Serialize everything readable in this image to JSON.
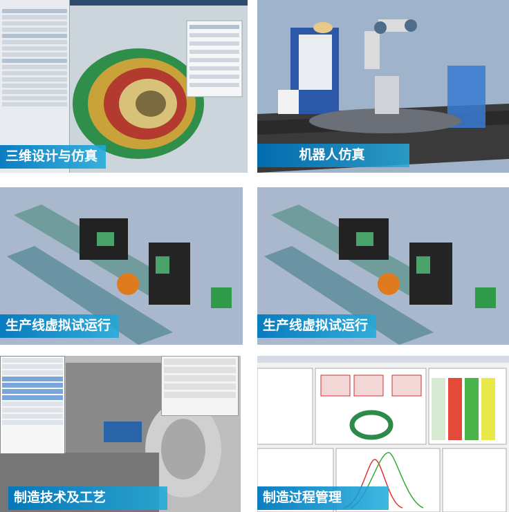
{
  "tiles": [
    {
      "caption": "三维设计与仿真"
    },
    {
      "caption": "机器人仿真"
    },
    {
      "caption": "生产线虚拟试运行"
    },
    {
      "caption": "生产线虚拟试运行"
    },
    {
      "caption": "制造技术及工艺"
    },
    {
      "caption": "制造过程管理"
    }
  ],
  "colors": {
    "caption_blue": "#0a78be",
    "caption_light": "#1eaadc"
  }
}
